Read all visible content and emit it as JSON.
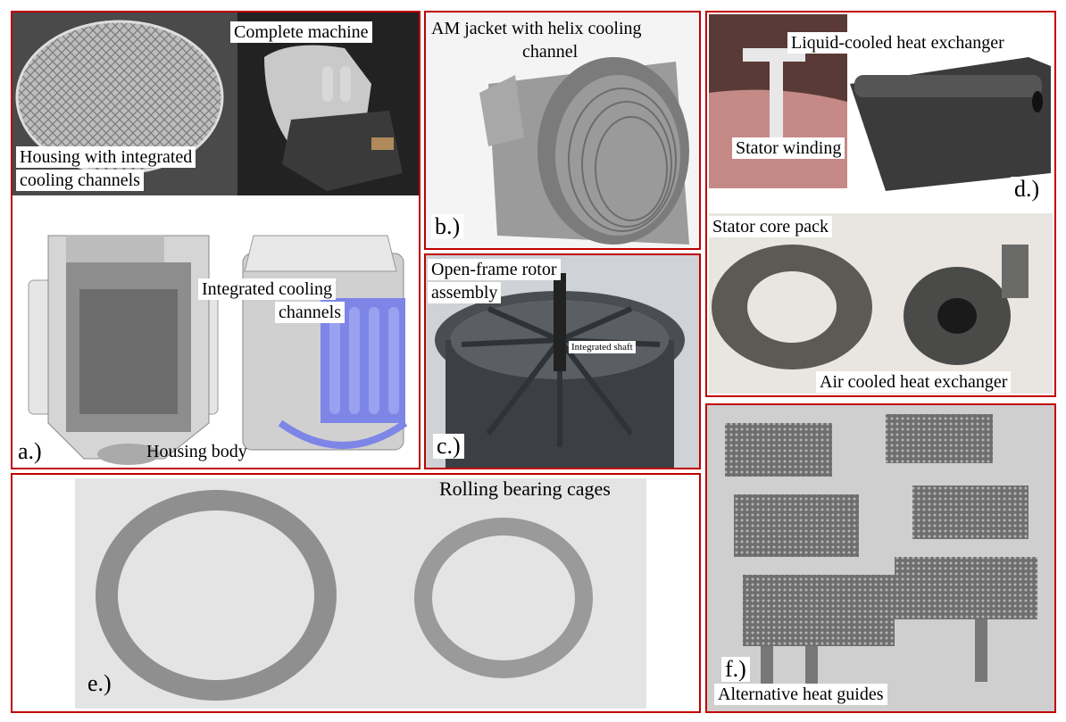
{
  "panels": {
    "a": {
      "tag": "a.)",
      "labels": {
        "complete_machine": "Complete machine",
        "housing_line1": "Housing with integrated",
        "housing_line2": "cooling channels",
        "integrated_line1": "Integrated cooling",
        "integrated_line2": "channels",
        "housing_body": "Housing body"
      }
    },
    "b": {
      "tag": "b.)",
      "labels": {
        "jacket_line1": "AM jacket with helix cooling",
        "jacket_line2": "channel"
      }
    },
    "c": {
      "tag": "c.)",
      "labels": {
        "rotor_line1": "Open-frame rotor",
        "rotor_line2": "assembly",
        "integrated_shaft": "Integrated shaft"
      }
    },
    "d": {
      "tag": "d.)",
      "labels": {
        "liquid_hx": "Liquid-cooled heat exchanger",
        "stator_winding": "Stator winding",
        "stator_core": "Stator core pack",
        "air_hx": "Air cooled heat exchanger"
      }
    },
    "e": {
      "tag": "e.)",
      "labels": {
        "bearing": "Rolling  bearing  cages"
      }
    },
    "f": {
      "tag": "f.)",
      "labels": {
        "heat_guides": "Alternative heat guides"
      }
    }
  },
  "colors": {
    "frame": "#c00000",
    "metal": "#8a8a8a",
    "dark": "#2f2f2f",
    "blue_cooling": "#7d86e6",
    "copper": "#c58a86"
  }
}
